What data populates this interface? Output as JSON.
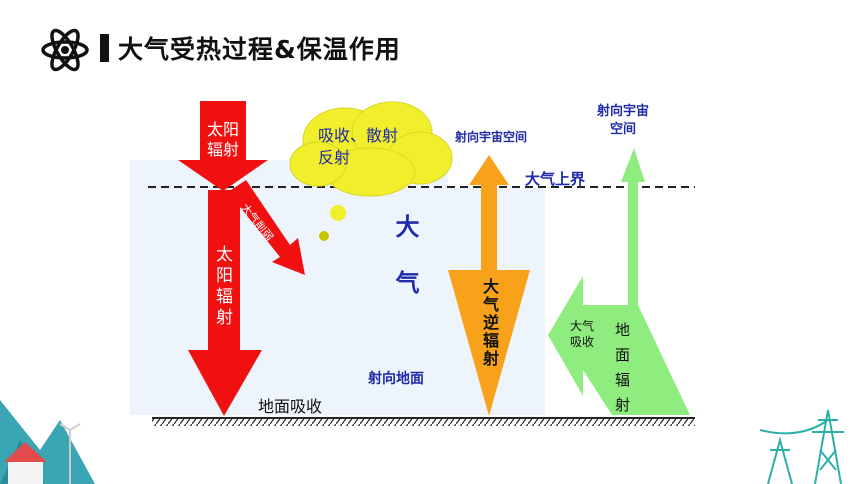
{
  "title": "大气受热过程&保温作用",
  "labels": {
    "solar_radiation_top": "太阳\n辐射",
    "solar_radiation_main": "太阳辐射",
    "weakened_diag": "大气削弱",
    "absorb_scatter_reflect": "吸收、散射\n反射",
    "atmosphere": "大气",
    "upper_atmosphere": "大气上界",
    "to_space_left": "射向宇宙空间",
    "to_space_right": "射向宇宙\n空间",
    "counter_radiation": "大气逆辐射",
    "to_ground": "射向地面",
    "ground_absorb": "地面吸收",
    "atmo_absorb": "大气\n吸收",
    "ground_radiation": "地面辐射"
  },
  "colors": {
    "solar": "#f01010",
    "counter": "#f7a21a",
    "ground_rad": "#8fec7f",
    "cloud": "#f1ef2c",
    "label_blue": "#1f2ba8"
  }
}
